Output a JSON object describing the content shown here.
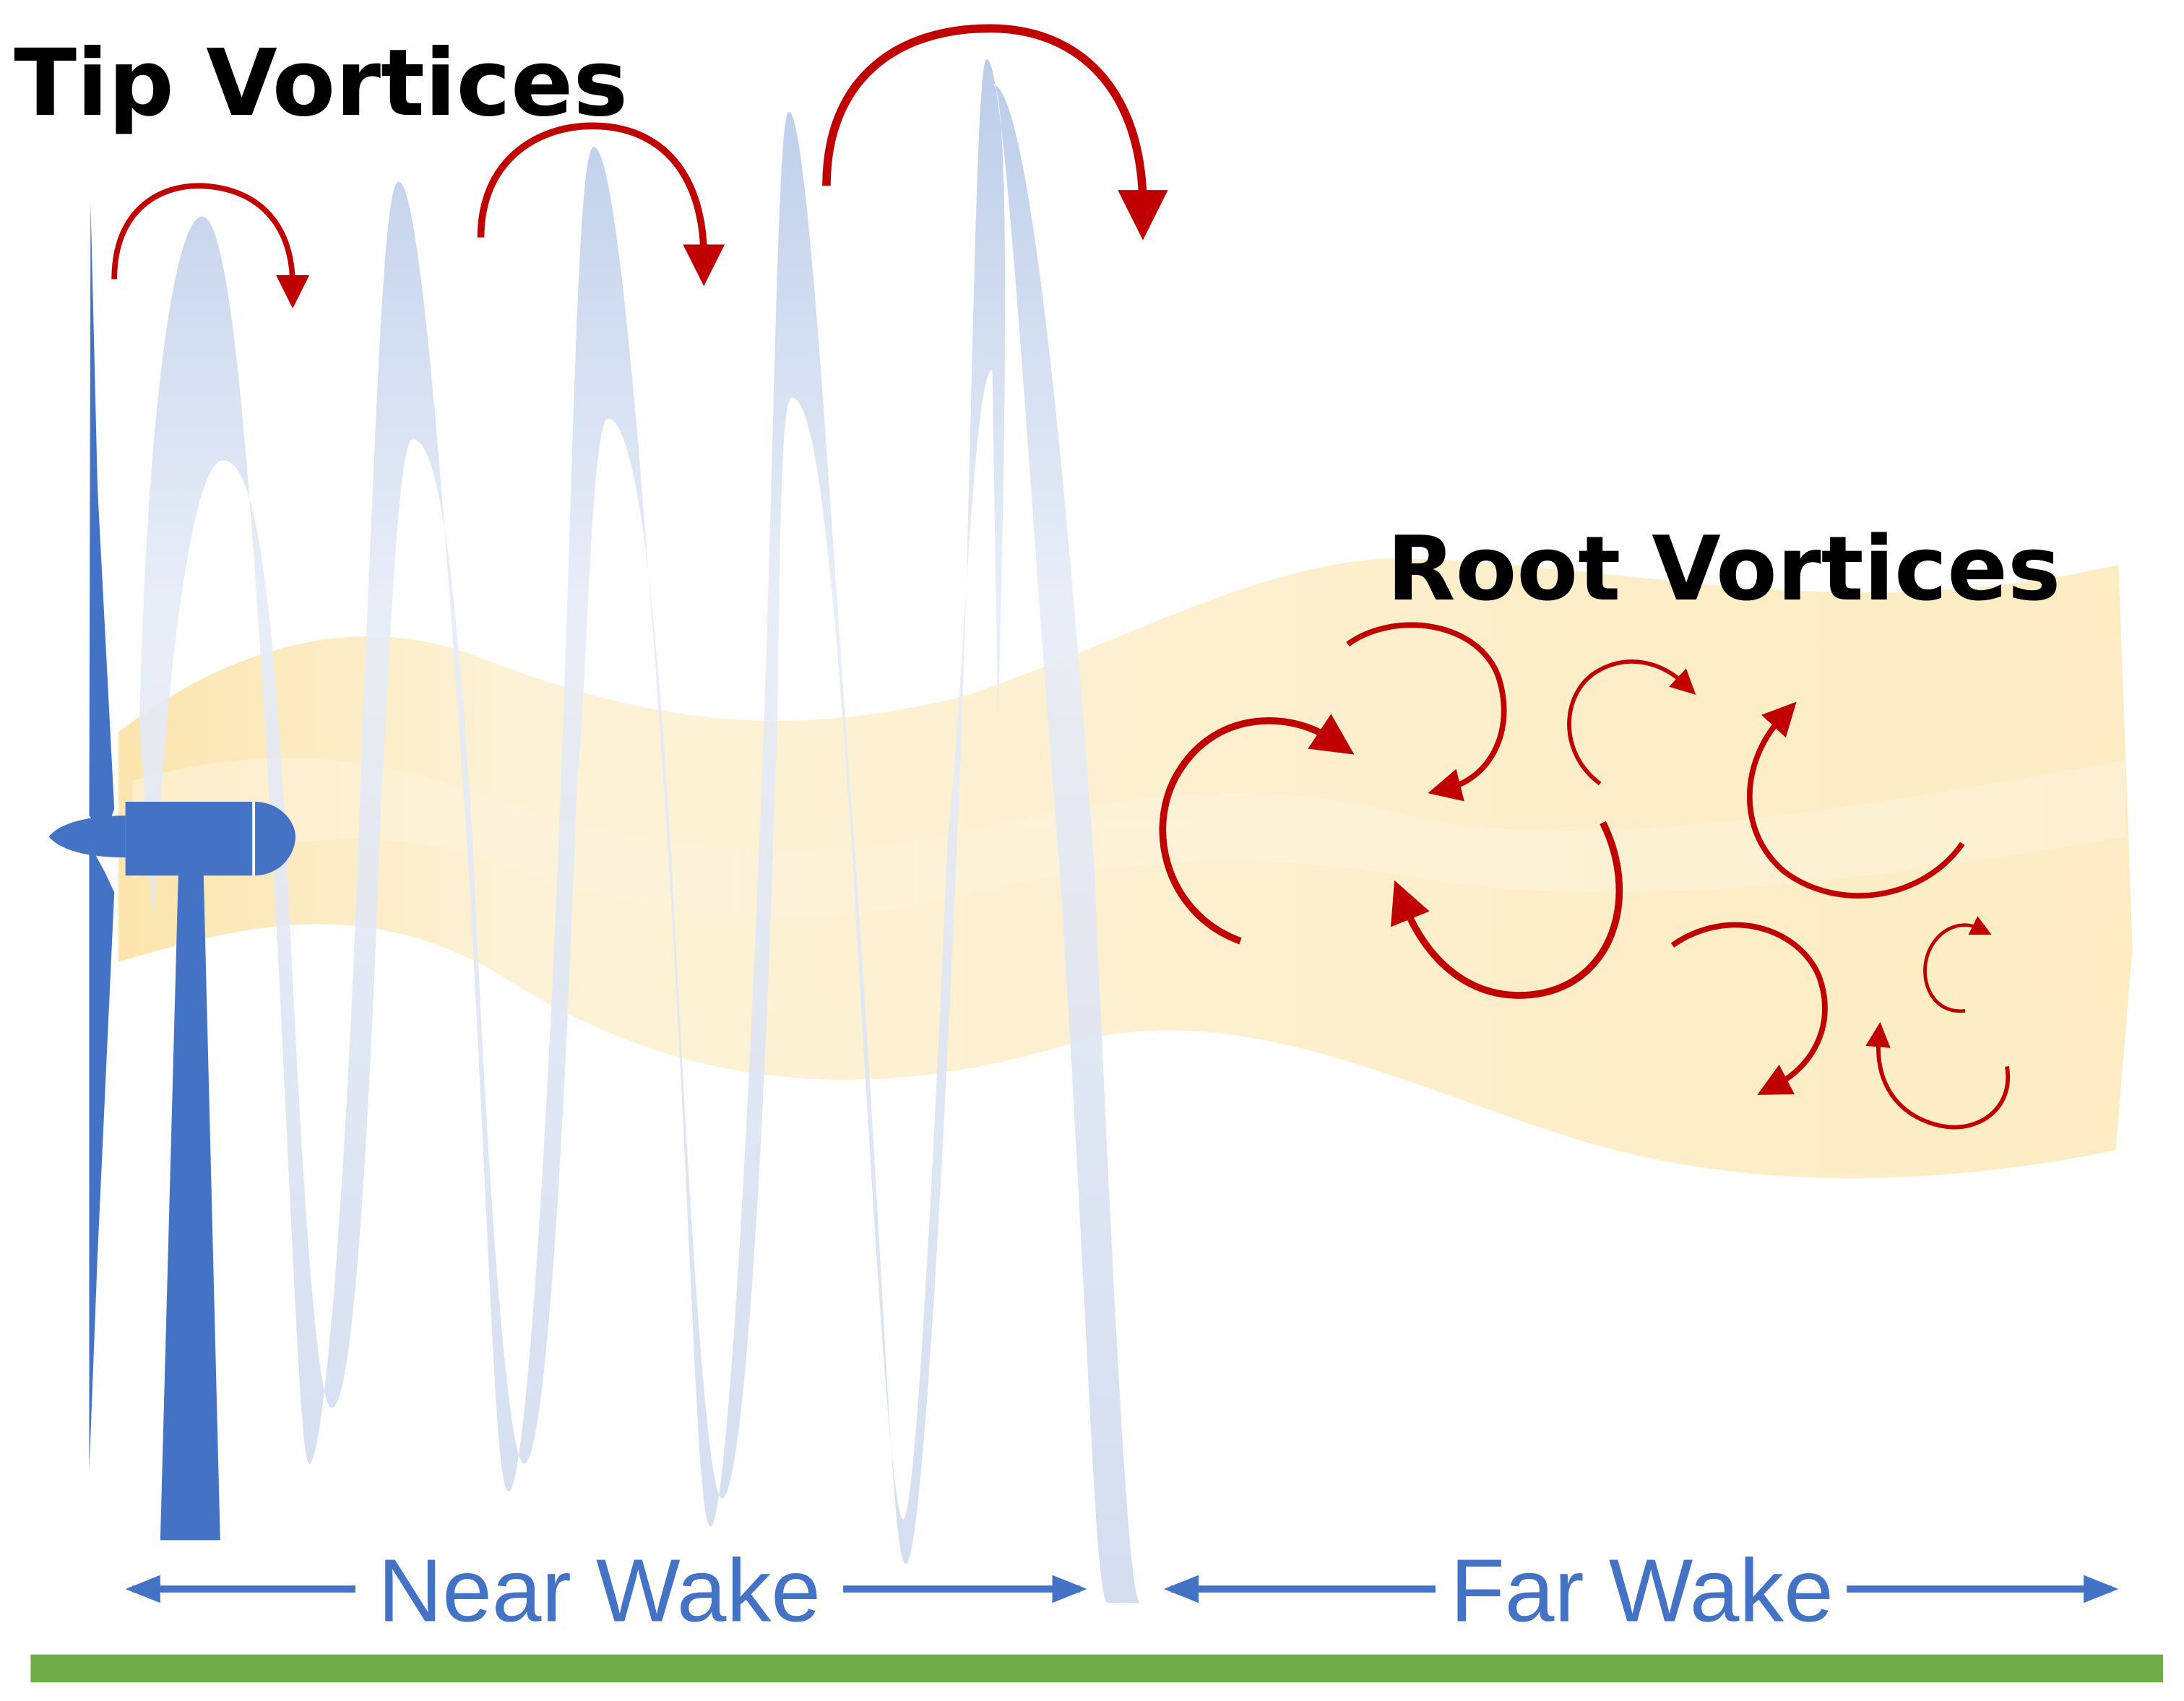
{
  "labels": {
    "tip_vortices": "Tip Vortices",
    "root_vortices": "Root Vortices",
    "near_wake": "Near Wake",
    "far_wake": "Far Wake"
  },
  "colors": {
    "turbine": "#4472c4",
    "vortex_arrow": "#c00000",
    "tip_vortex_fill": "#c7d5ec",
    "root_wake_fill": "#fde9b6",
    "wake_arrow_text": "#4472c4",
    "ground": "#70ad47",
    "label_text": "#000000"
  }
}
